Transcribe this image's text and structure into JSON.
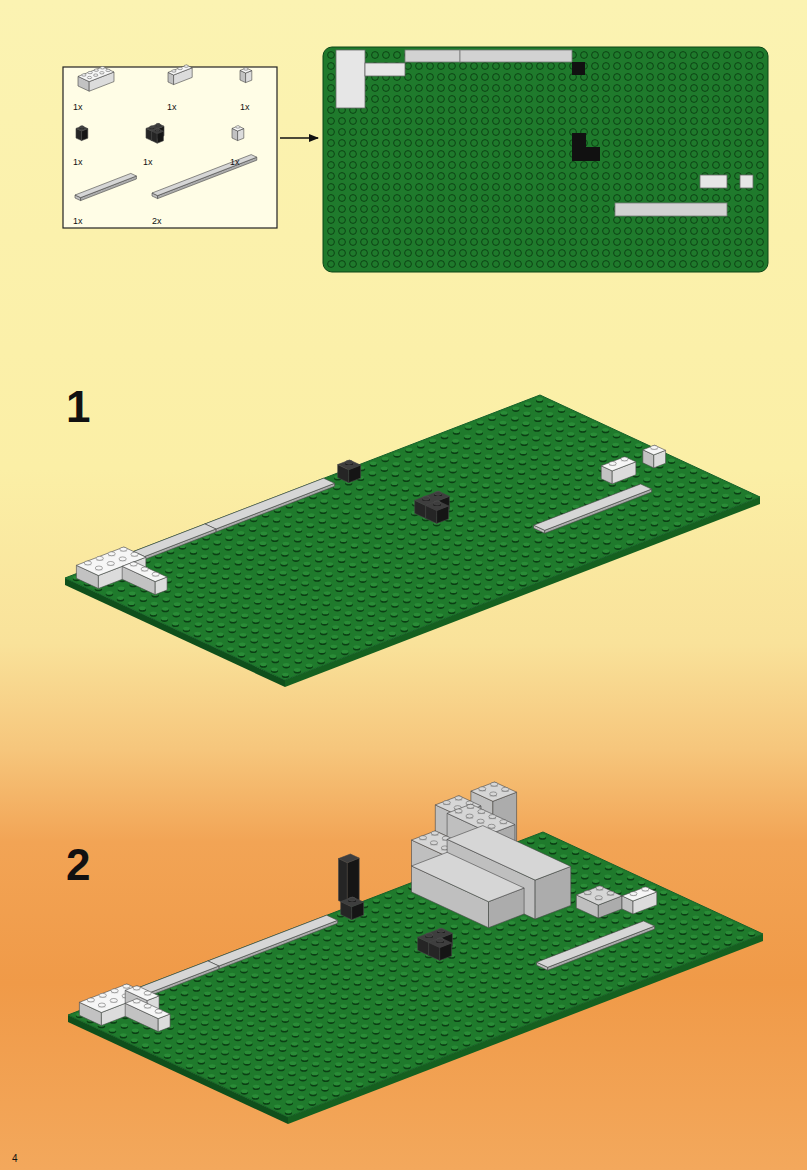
{
  "diagram": {
    "labels": [
      "1x",
      "1x",
      "1x",
      "1x",
      "1x",
      "1x",
      "1x",
      "2x",
      "1",
      "2",
      "4"
    ]
  }
}
